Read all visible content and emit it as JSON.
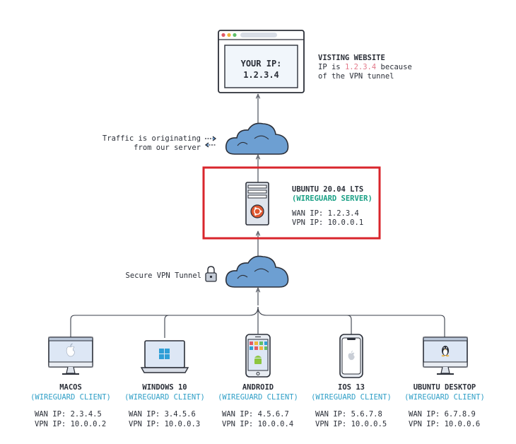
{
  "website": {
    "box_line1": "YOUR IP:",
    "box_line2": "1.2.3.4",
    "title": "VISTING WEBSITE",
    "desc_prefix": "IP is ",
    "desc_ip": "1.2.3.4",
    "desc_suffix": " because",
    "desc_line2": "of the VPN tunnel"
  },
  "traffic_note": {
    "line1": "Traffic is originating",
    "line2": "from our server"
  },
  "server": {
    "title": "UBUNTU 20.04 LTS",
    "role": "(WIREGUARD SERVER)",
    "wan": "WAN IP: 1.2.3.4",
    "vpn": "VPN IP: 10.0.0.1"
  },
  "tunnel_note": "Secure VPN Tunnel",
  "clients": [
    {
      "name": "MACOS",
      "role": "(WIREGUARD CLIENT)",
      "wan": "WAN IP: 2.3.4.5",
      "vpn": "VPN IP: 10.0.0.2",
      "icon": "apple-monitor-icon"
    },
    {
      "name": "WINDOWS 10",
      "role": "(WIREGUARD CLIENT)",
      "wan": "WAN IP: 3.4.5.6",
      "vpn": "VPN IP: 10.0.0.3",
      "icon": "windows-laptop-icon"
    },
    {
      "name": "ANDROID",
      "role": "(WIREGUARD CLIENT)",
      "wan": "WAN IP: 4.5.6.7",
      "vpn": "VPN IP: 10.0.0.4",
      "icon": "android-phone-icon"
    },
    {
      "name": "IOS 13",
      "role": "(WIREGUARD CLIENT)",
      "wan": "WAN IP: 5.6.7.8",
      "vpn": "VPN IP: 10.0.0.5",
      "icon": "iphone-icon"
    },
    {
      "name": "UBUNTU DESKTOP",
      "role": "(WIREGUARD CLIENT)",
      "wan": "WAN IP: 6.7.8.9",
      "vpn": "VPN IP: 10.0.0.6",
      "icon": "linux-monitor-icon"
    }
  ],
  "colors": {
    "highlight_border": "#d9262c",
    "cloud_fill": "#6d9fd2",
    "server_accent": "#e0572f",
    "teal_text": "#1aa085",
    "client_role_text": "#2f9fc7",
    "pink_ip": "#e37a8a",
    "screen_fill": "#dde7f5"
  }
}
